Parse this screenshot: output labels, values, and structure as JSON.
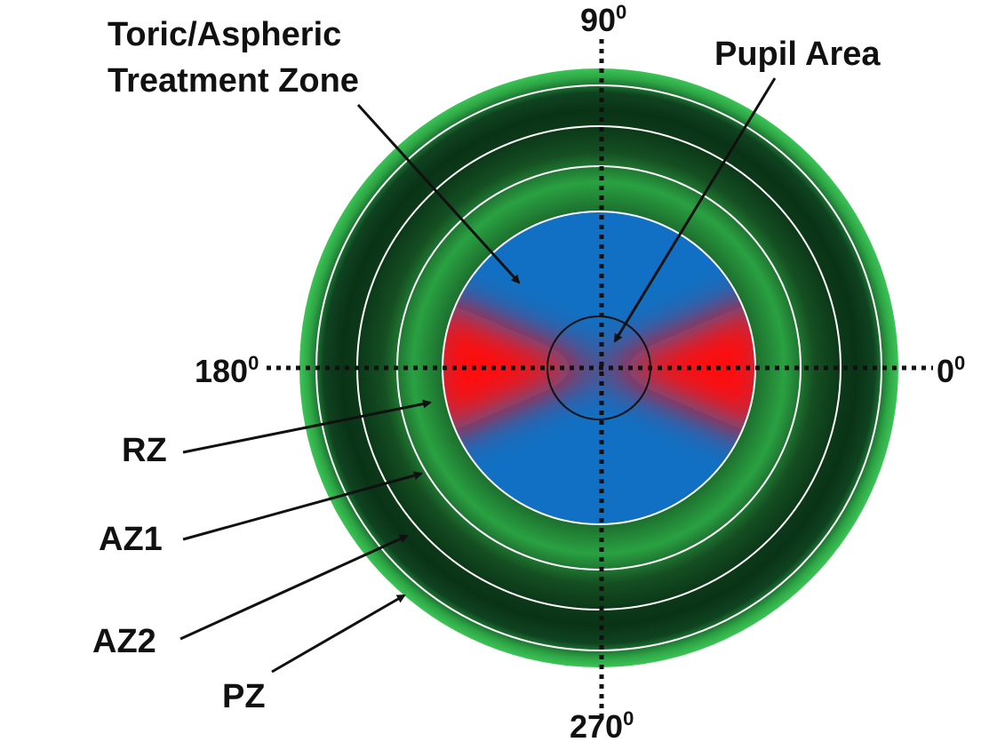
{
  "labels": {
    "deg_90": "90",
    "deg_180": "180",
    "deg_0": "0",
    "deg_270": "270",
    "degree_mark": "0",
    "treatment_zone_line1": "Toric/Aspheric",
    "treatment_zone_line2": "Treatment Zone",
    "pupil_area": "Pupil Area",
    "rz": "RZ",
    "az1": "AZ1",
    "az2": "AZ2",
    "pz": "PZ"
  },
  "colors": {
    "lens_green": "#2fb54a",
    "lens_dark": "#0b3d1a",
    "center_blue": "#1170c3",
    "center_red": "#ff0a0a",
    "ring_line": "#ffffff",
    "text": "#111111"
  }
}
